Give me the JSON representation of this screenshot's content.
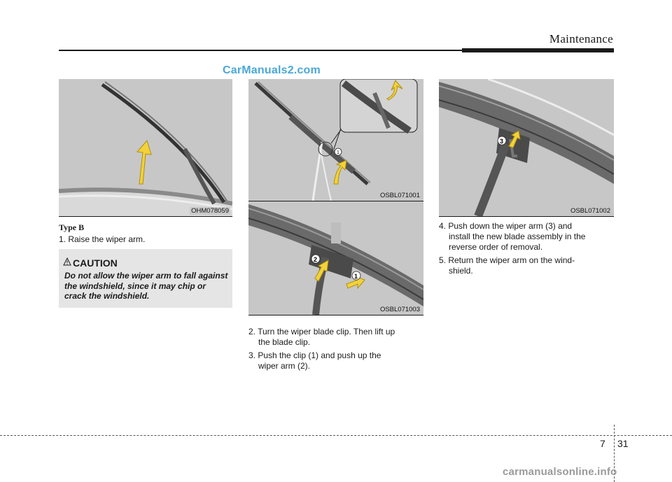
{
  "header": {
    "section_title": "Maintenance"
  },
  "watermark_top": "CarManuals2.com",
  "watermark_bottom": "carmanualsonline.info",
  "figures": {
    "fig1": {
      "code": "OHM078059"
    },
    "fig2": {
      "code": "OSBL071001",
      "callout": "1"
    },
    "fig3": {
      "code": "OSBL071003",
      "callout_1": "1",
      "callout_2": "2"
    },
    "fig4": {
      "code": "OSBL071002",
      "callout_3": "3"
    }
  },
  "left_column": {
    "type_heading": "Type B",
    "step1": "1. Raise the wiper arm."
  },
  "caution": {
    "heading": "CAUTION",
    "text": "Do not allow the wiper arm to fall against the windshield, since it may chip or crack the windshield."
  },
  "middle_column": {
    "step2_line1": "2. Turn the wiper blade clip. Then lift up",
    "step2_line2": "the blade clip.",
    "step3_line1": "3. Push the clip (1) and push up the",
    "step3_line2": "wiper arm (2)."
  },
  "right_column": {
    "step4_line1": "4. Push down the wiper arm (3) and",
    "step4_line2": "install the new blade assembly in the",
    "step4_line3": "reverse order of removal.",
    "step5_line1": "5. Return the wiper arm on the wind-",
    "step5_line2": "shield."
  },
  "footer": {
    "chapter": "7",
    "page": "31"
  },
  "colors": {
    "figure_bg": "#c7c7c7",
    "caution_bg": "#e5e5e5",
    "arrow_yellow": "#f2d23a",
    "watermark_blue": "#4aa8d8"
  }
}
